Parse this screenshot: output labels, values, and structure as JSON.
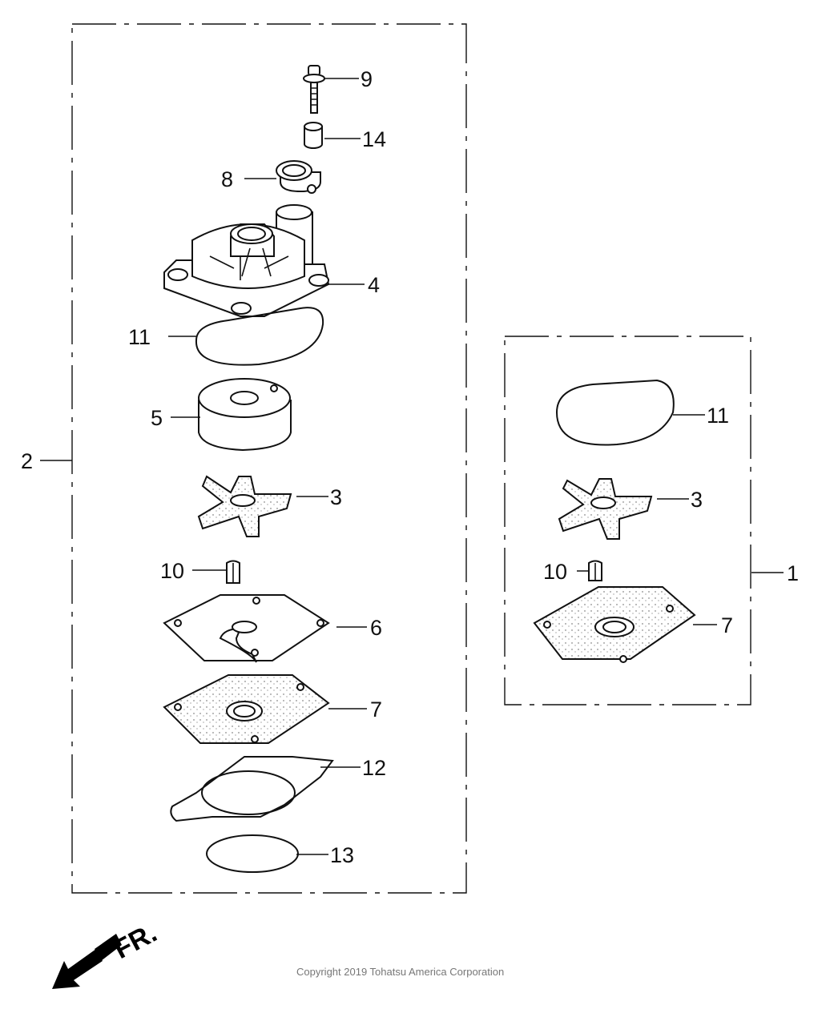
{
  "diagram": {
    "assembly_labels": {
      "kit": "1",
      "pump_assembly": "2"
    },
    "left_group": {
      "part_9": "9",
      "part_14": "14",
      "part_8": "8",
      "part_4": "4",
      "part_11": "11",
      "part_5": "5",
      "part_3": "3",
      "part_10": "10",
      "part_6": "6",
      "part_7": "7",
      "part_12": "12",
      "part_13": "13"
    },
    "right_group": {
      "part_11": "11",
      "part_3": "3",
      "part_10": "10",
      "part_7": "7"
    },
    "direction_indicator": "FR.",
    "copyright": "Copyright 2019 Tohatsu America Corporation"
  }
}
